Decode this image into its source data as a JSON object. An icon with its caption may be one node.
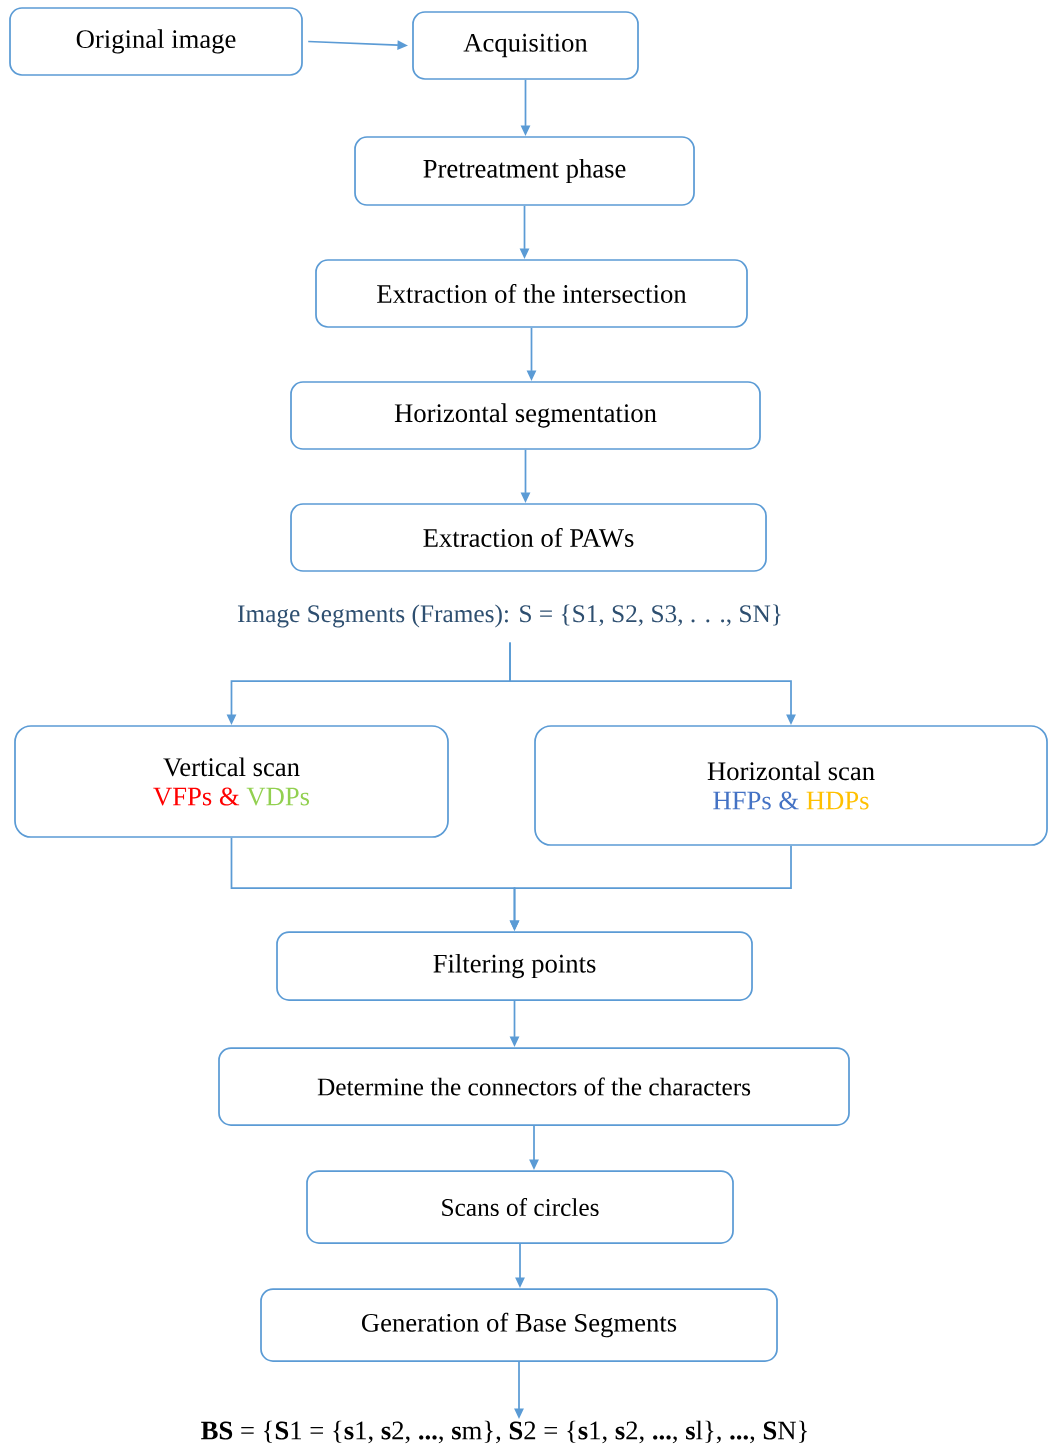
{
  "diagram": {
    "nodes": [
      {
        "text": [
          "Original image"
        ]
      },
      {
        "text": [
          "Acquisition"
        ]
      },
      {
        "text": [
          "Pretreatment phase"
        ]
      },
      {
        "text": [
          "Extraction of the intersection"
        ]
      },
      {
        "text": [
          "Horizontal segmentation"
        ]
      },
      {
        "text": [
          "Extraction of  PAWs"
        ]
      },
      {
        "text": [
          "Image Segments (Frames): S = {S1, S2, S3, . . ., SN}"
        ]
      },
      {
        "text": [
          "Vertical scan",
          "VFPs &",
          "VDPs"
        ]
      },
      {
        "text": [
          "Horizontal scan",
          "HFPs &",
          "HDPs"
        ]
      },
      {
        "text": [
          "Filtering points"
        ]
      },
      {
        "text": [
          "Determine the connectors of the characters"
        ]
      },
      {
        "text": [
          "Scans of circles"
        ]
      },
      {
        "text": [
          "Generation of Base Segments"
        ]
      },
      {
        "text": [
          "**BS** = {**S**1 = {**s**1, **s**2, **...**, **s**m}, **S**2 = {**s**1, **s**2, **...**, **s**l}, **...**, **S**N}"
        ]
      }
    ],
    "edges": [
      {
        "from": 0,
        "to": 1,
        "arrow": "to"
      },
      {
        "from": 1,
        "to": 2,
        "arrow": "to"
      },
      {
        "from": 2,
        "to": 3,
        "arrow": "to"
      },
      {
        "from": 3,
        "to": 4,
        "arrow": "to"
      },
      {
        "from": 4,
        "to": 5,
        "arrow": "to"
      },
      {
        "from": 6,
        "to": 7,
        "arrow": "to"
      },
      {
        "from": 6,
        "to": 8,
        "arrow": "to"
      },
      {
        "from": 7,
        "to": 9,
        "arrow": "to"
      },
      {
        "from": 8,
        "to": 9,
        "arrow": "to"
      },
      {
        "from": 9,
        "to": 10,
        "arrow": "to"
      },
      {
        "from": 10,
        "to": 11,
        "arrow": "to"
      },
      {
        "from": 11,
        "to": 12,
        "arrow": "to"
      },
      {
        "from": 12,
        "to": 13,
        "arrow": "to"
      }
    ]
  }
}
